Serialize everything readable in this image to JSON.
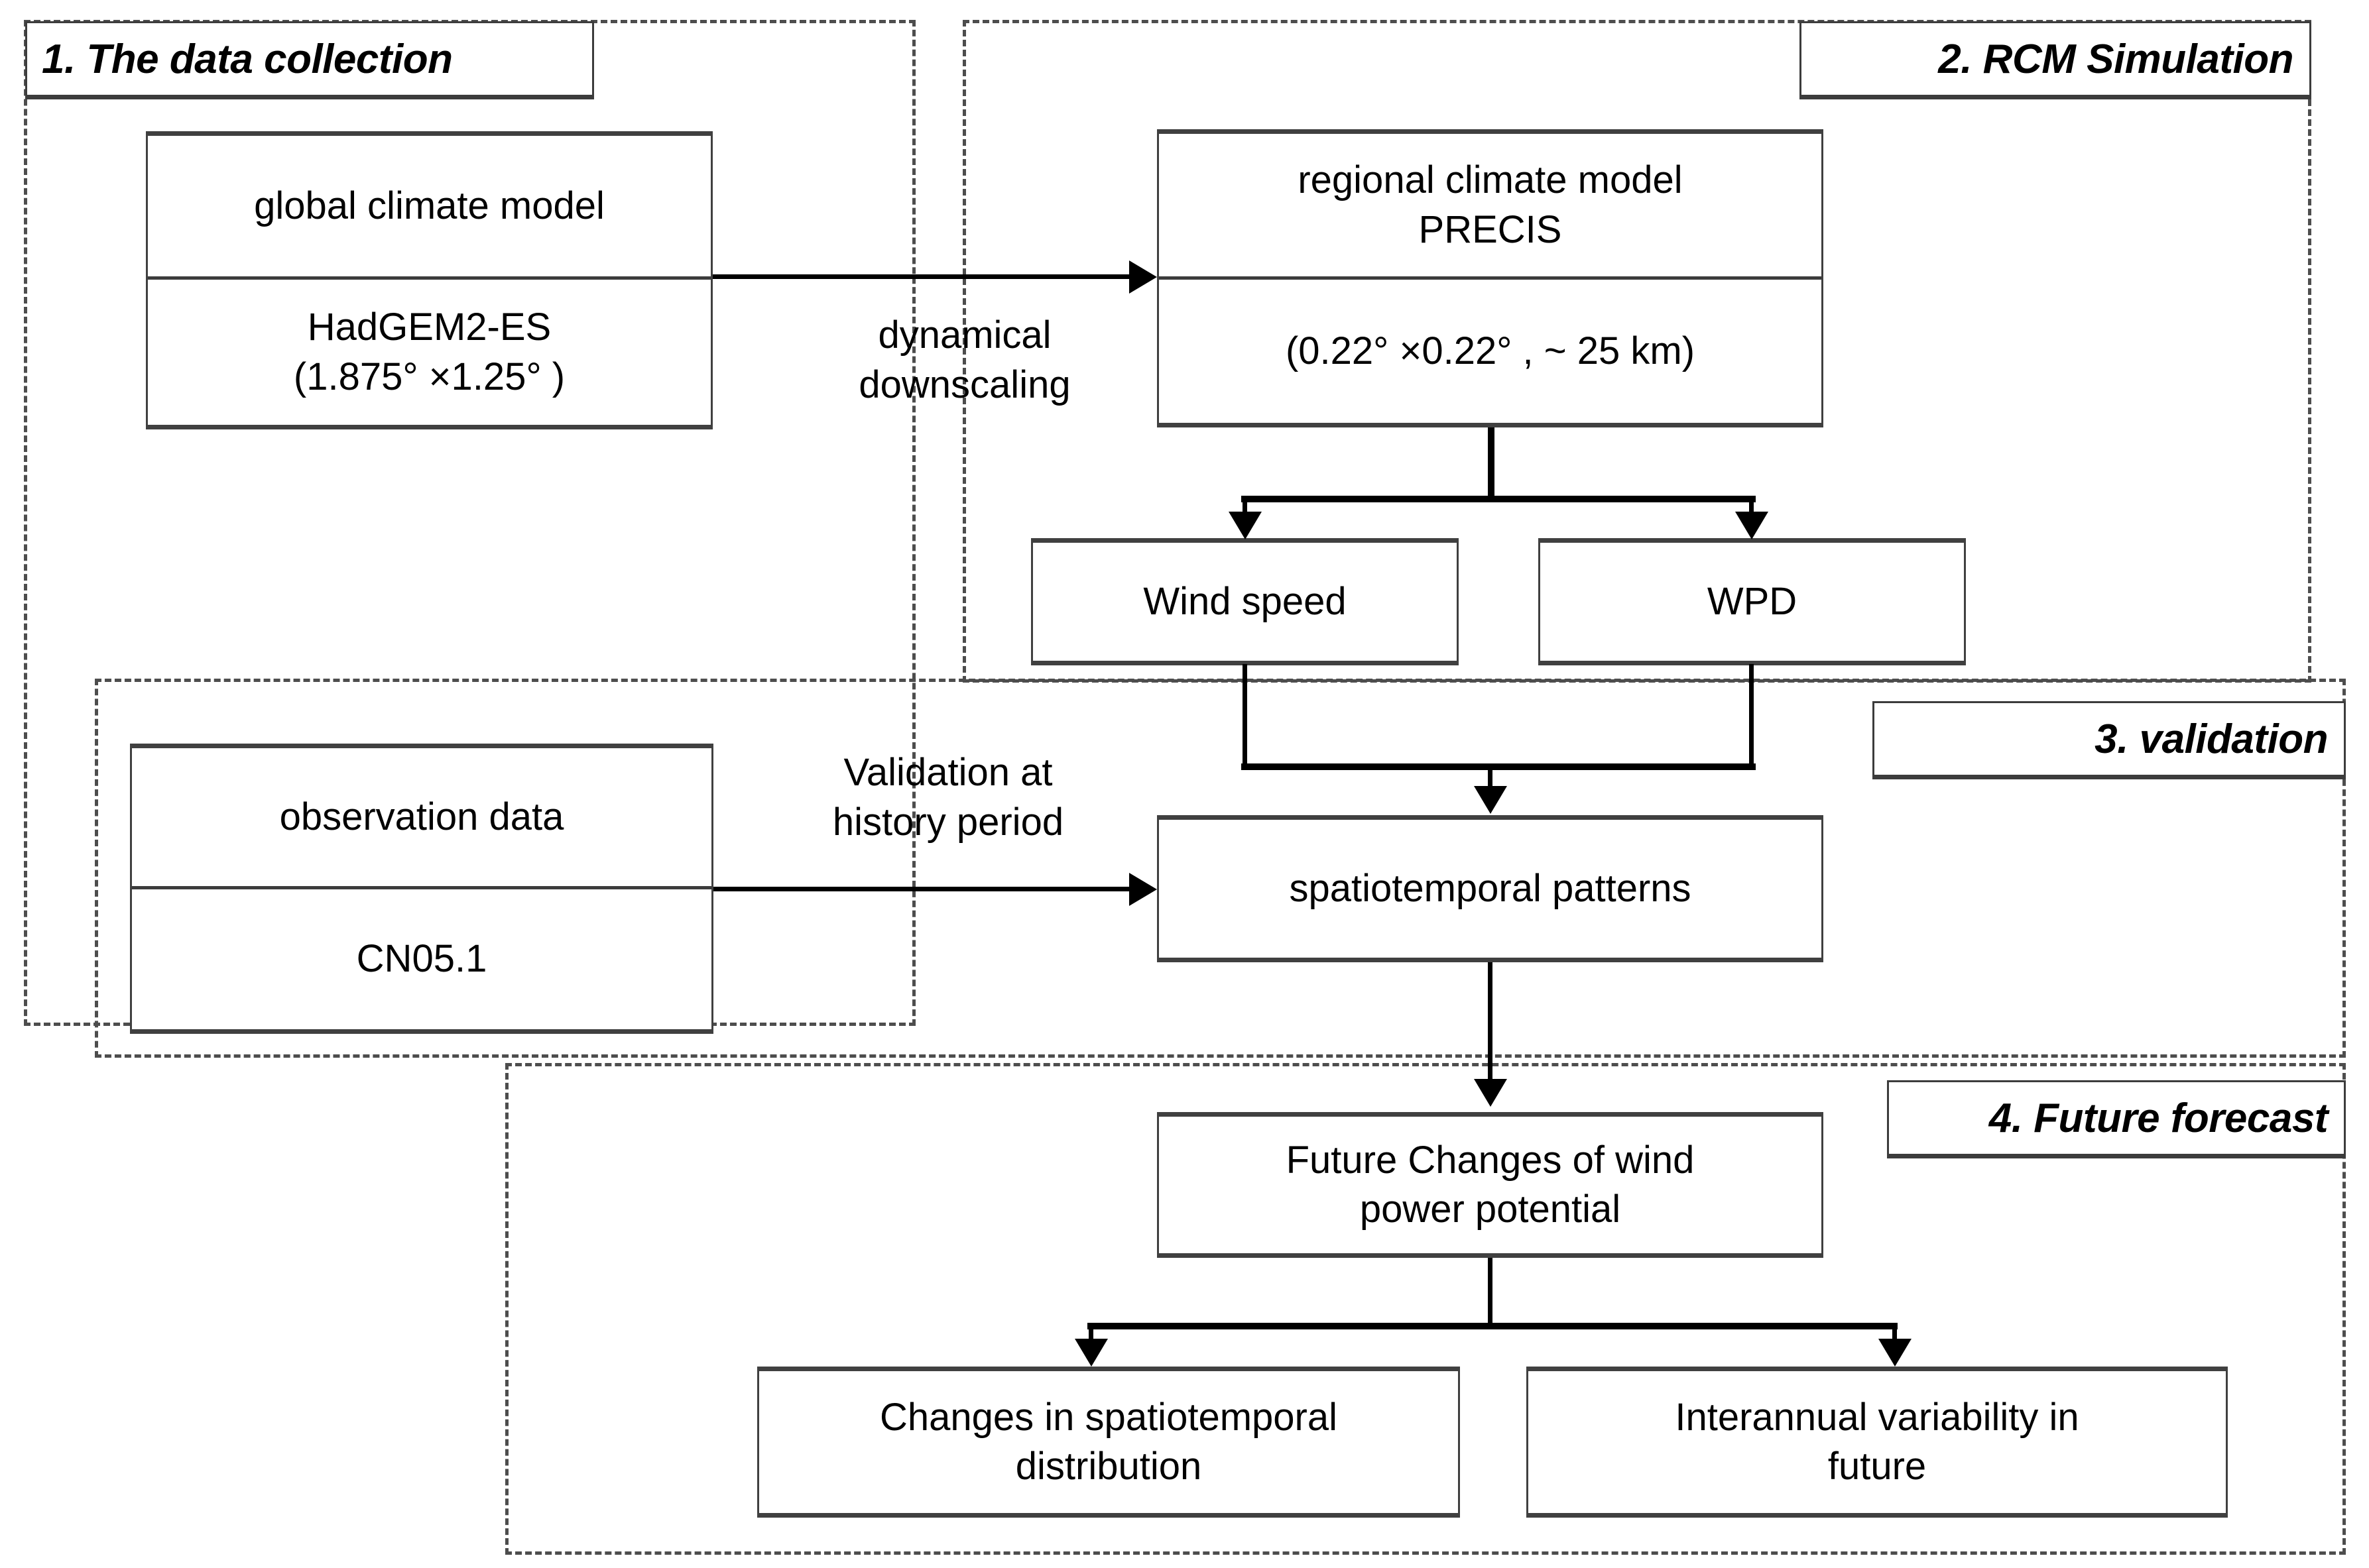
{
  "sections": [
    {
      "id": "data-collection",
      "label": "1. The data collection"
    },
    {
      "id": "rcm-simulation",
      "label": "2. RCM Simulation"
    },
    {
      "id": "validation",
      "label": "3. validation"
    },
    {
      "id": "future-forecast",
      "label": "4. Future forecast"
    }
  ],
  "nodes": {
    "gcm": {
      "title": "global climate model",
      "detail_line1": "HadGEM2-ES",
      "detail_line2": "(1.875°  ×1.25°  )"
    },
    "rcm": {
      "title_line1": "regional climate model",
      "title_line2": "PRECIS",
      "detail": "(0.22°  ×0.22°  , ~ 25 km)"
    },
    "wind_speed": {
      "label": "Wind speed"
    },
    "wpd": {
      "label": "WPD"
    },
    "observation": {
      "title": "observation data",
      "detail": "CN05.1"
    },
    "spatiotemporal": {
      "label": "spatiotemporal patterns"
    },
    "future_changes": {
      "line1": "Future Changes of wind",
      "line2": "power potential"
    },
    "changes_distribution": {
      "line1": "Changes in spatiotemporal",
      "line2": "distribution"
    },
    "interannual": {
      "line1": "Interannual variability in",
      "line2": "future"
    }
  },
  "edges": {
    "downscaling": "dynamical\ndownscaling",
    "validation": "Validation at\nhistory period"
  },
  "colors": {
    "line": "#000000",
    "box_border": "#404040",
    "section_dash": "#4d4d4d",
    "background": "#ffffff",
    "text": "#000000"
  }
}
